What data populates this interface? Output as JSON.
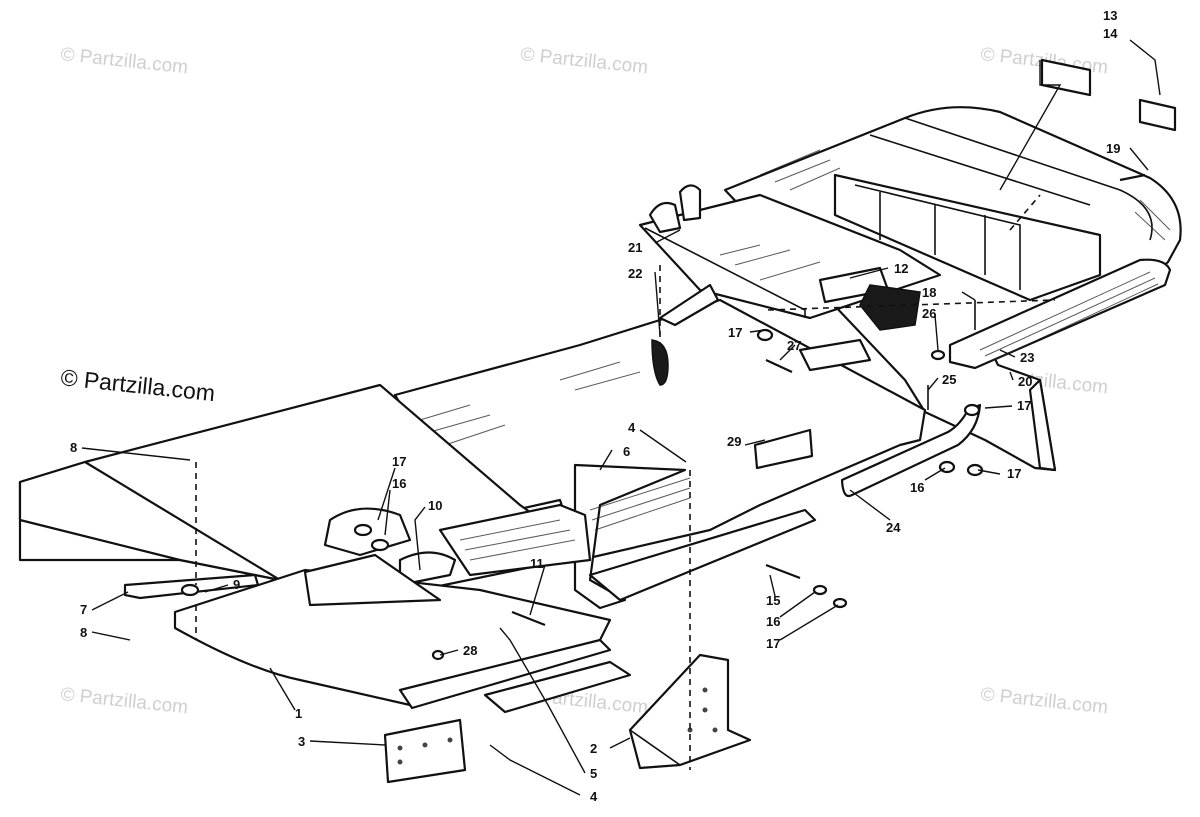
{
  "watermark": {
    "text": "© Partzilla.com"
  },
  "callouts": [
    "13",
    "14",
    "19",
    "21",
    "12",
    "22",
    "18",
    "26",
    "17",
    "27",
    "25",
    "23",
    "20",
    "17",
    "29",
    "4",
    "6",
    "17",
    "16",
    "24",
    "17",
    "16",
    "10",
    "8",
    "9",
    "7",
    "8",
    "11",
    "15",
    "16",
    "17",
    "28",
    "1",
    "3",
    "2",
    "5",
    "4"
  ]
}
